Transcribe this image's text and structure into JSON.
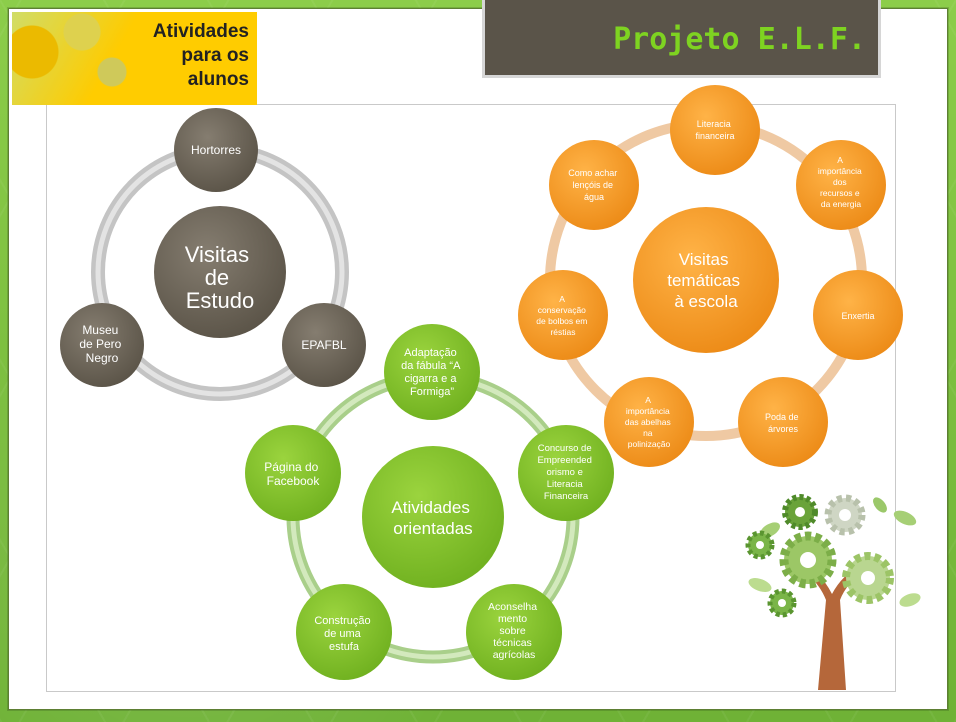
{
  "badge": {
    "lines": [
      "Atividades",
      "para os",
      "alunos"
    ]
  },
  "title": "Projeto E.L.F.",
  "colors": {
    "gray": "#6e665a",
    "orange": "#f39422",
    "green": "#7cbf2a",
    "title_green": "#7ed321",
    "badge_yellow": "#ffcc00"
  },
  "visitas_estudo": {
    "center": [
      "Visitas",
      "de",
      "Estudo"
    ],
    "nodes": [
      {
        "lines": [
          "Hortorres"
        ]
      },
      {
        "lines": [
          "EPAFBL"
        ]
      },
      {
        "lines": [
          "Museu",
          "de Pero",
          "Negro"
        ]
      }
    ]
  },
  "visitas_tematicas": {
    "center": [
      "Visitas",
      "temáticas",
      "à escola"
    ],
    "nodes": [
      {
        "lines": [
          "Literacia",
          "financeira"
        ]
      },
      {
        "lines": [
          "A",
          "importância",
          "dos",
          "recursos e",
          "da energia"
        ]
      },
      {
        "lines": [
          "Enxertia"
        ]
      },
      {
        "lines": [
          "Poda de",
          "árvores"
        ]
      },
      {
        "lines": [
          "A",
          "importância",
          "das abelhas",
          "na",
          "polinização"
        ]
      },
      {
        "lines": [
          "A",
          "conservação",
          "de bolbos em",
          "réstias"
        ]
      },
      {
        "lines": [
          "Como achar",
          "lençóis de",
          "água"
        ]
      }
    ]
  },
  "atividades_orientadas": {
    "center": [
      "Atividades",
      "orientadas"
    ],
    "nodes": [
      {
        "lines": [
          "Adaptação",
          "da fábula “A",
          "cigarra e a",
          "Formiga”"
        ]
      },
      {
        "lines": [
          "Concurso de",
          "Empreended",
          "orismo e",
          "Literacia",
          "Financeira"
        ]
      },
      {
        "lines": [
          "Aconselha",
          "mento",
          "sobre",
          "técnicas",
          "agrícolas"
        ]
      },
      {
        "lines": [
          "Construção",
          "de uma",
          "estufa"
        ]
      },
      {
        "lines": [
          "Página do",
          "Facebook"
        ]
      }
    ]
  }
}
